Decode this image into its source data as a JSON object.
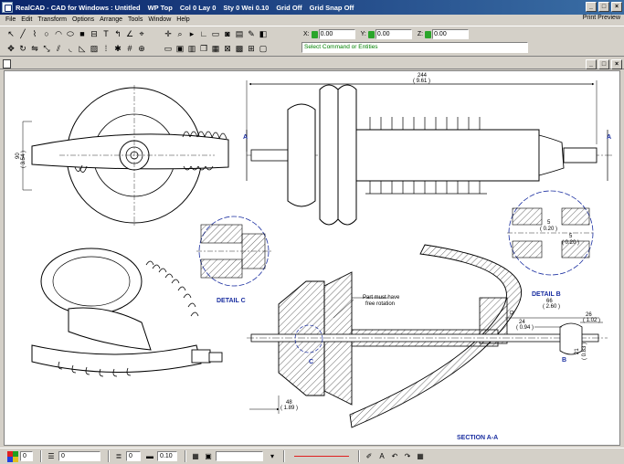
{
  "window": {
    "app_title": "RealCAD - CAD for Windows : Untitled",
    "status_segments": [
      "WP Top",
      "Col 0 Lay 0",
      "Sty 0 Wei 0.10",
      "Grid Off",
      "Grid Snap Off"
    ],
    "min": "_",
    "max": "□",
    "close": "×"
  },
  "menu": {
    "items": [
      "File",
      "Edit",
      "Transform",
      "Options",
      "Arrange",
      "Tools",
      "Window",
      "Help"
    ],
    "print_preview": "Print Preview"
  },
  "coords": {
    "x_label": "X:",
    "x_value": "0.00",
    "y_label": "Y:",
    "y_value": "0.00",
    "z_label": "Z:",
    "z_value": "0.00"
  },
  "command_prompt": "Select Command or Entities",
  "drawing": {
    "dims": {
      "overall_length": "244",
      "overall_length_in": "( 9.61 )",
      "height": "90",
      "height_in": "( 3.54 )",
      "bottom_left": "48",
      "bottom_left_in": "( 1.89 )",
      "right_66": "66",
      "right_66_in": "( 2.60 )",
      "right_24": "24",
      "right_24_in": "( 0.94 )",
      "right_26": "26",
      "right_26_in": "( 1.02 )",
      "dia_21": "21",
      "dia_21_in": "( 0.83 )",
      "detail_b_5a": "5",
      "detail_b_5a_in": "( 0.20 )",
      "detail_b_5b": "5",
      "detail_b_5b_in": "( 0.20 )"
    },
    "labels": {
      "section_a_left": "A",
      "section_a_right": "A",
      "marker_b": "B",
      "marker_c": "C",
      "detail_c": "DETAIL C",
      "detail_b": "DETAIL B",
      "section_aa": "SECTION A-A",
      "note_line1": "Part must have",
      "note_line2": "free rotation"
    }
  },
  "bottom": {
    "color_value": "0",
    "layer_value": "0",
    "style_value": "0",
    "weight_value": "0.10"
  }
}
